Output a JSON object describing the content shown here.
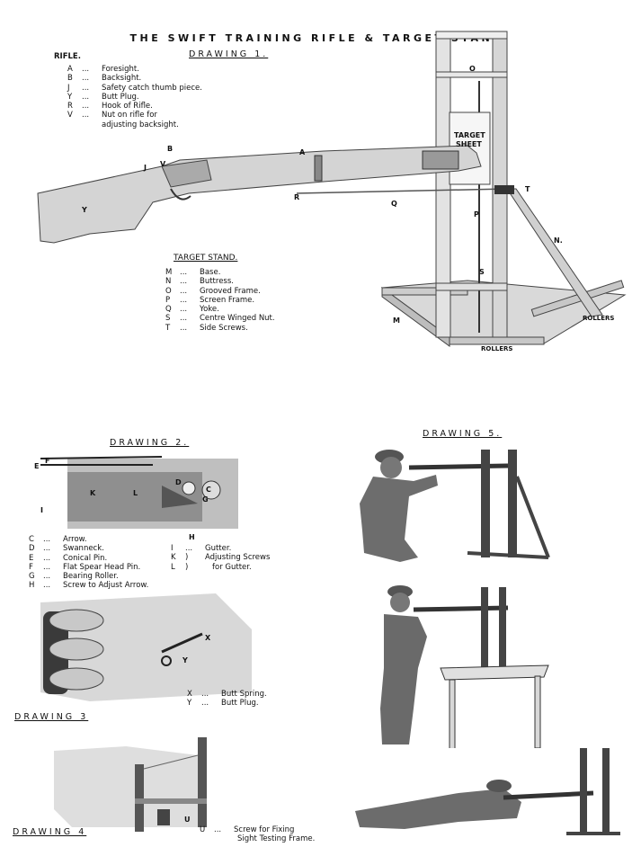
{
  "title": "THE SWIFT TRAINING RIFLE & TARGET STAND.",
  "drawing1": {
    "label": "DRAWING 1.",
    "rifle_heading": "RIFLE.",
    "rifle_legend": [
      {
        "key": "A",
        "sep": "...",
        "desc": "Foresight."
      },
      {
        "key": "B",
        "sep": "...",
        "desc": "Backsight."
      },
      {
        "key": "J",
        "sep": "...",
        "desc": "Safety catch thumb piece."
      },
      {
        "key": "Y",
        "sep": "...",
        "desc": "Butt Plug."
      },
      {
        "key": "R",
        "sep": "...",
        "desc": "Hook of Rifle."
      },
      {
        "key": "V",
        "sep": "...",
        "desc": "Nut on rifle for"
      },
      {
        "key": "",
        "sep": "",
        "desc": "adjusting backsight."
      }
    ],
    "stand_heading": "TARGET STAND.",
    "stand_legend": [
      {
        "key": "M",
        "sep": "...",
        "desc": "Base."
      },
      {
        "key": "N",
        "sep": "...",
        "desc": "Buttress."
      },
      {
        "key": "O",
        "sep": "...",
        "desc": "Grooved Frame."
      },
      {
        "key": "P",
        "sep": "...",
        "desc": "Screen Frame."
      },
      {
        "key": "Q",
        "sep": "...",
        "desc": "Yoke."
      },
      {
        "key": "S",
        "sep": "...",
        "desc": "Centre Winged Nut."
      },
      {
        "key": "T",
        "sep": "...",
        "desc": "Side Screws."
      }
    ],
    "callouts": {
      "B": "B",
      "J": "J",
      "V": "V",
      "A": "A",
      "R": "R",
      "Q": "Q",
      "P": "P",
      "T": "T",
      "O": "O",
      "N": "N.",
      "S": "S",
      "M": "M",
      "Y": "Y",
      "target_sheet_1": "TARGET",
      "target_sheet_2": "SHEET",
      "rollers_right": "ROLLERS",
      "rollers_bottom": "ROLLERS"
    }
  },
  "drawing2": {
    "label": "DRAWING 2.",
    "legend_left": [
      {
        "key": "C",
        "sep": "...",
        "desc": "Arrow."
      },
      {
        "key": "D",
        "sep": "...",
        "desc": "Swanneck."
      },
      {
        "key": "E",
        "sep": "...",
        "desc": "Conical Pin."
      },
      {
        "key": "F",
        "sep": "...",
        "desc": "Flat Spear Head Pin."
      },
      {
        "key": "G",
        "sep": "...",
        "desc": "Bearing Roller."
      },
      {
        "key": "H",
        "sep": "...",
        "desc": "Screw to Adjust Arrow."
      }
    ],
    "legend_right_i": {
      "key": "I",
      "sep": "...",
      "desc": "Gutter."
    },
    "legend_right_kl": {
      "k": "K",
      "l": "L",
      "desc1": "Adjusting Screws",
      "desc2": "for Gutter."
    },
    "callouts": {
      "F": "F",
      "E": "E",
      "K": "K",
      "L": "L",
      "D": "D",
      "C": "C",
      "G": "G",
      "I": "I",
      "H": "H"
    }
  },
  "drawing3": {
    "label": "DRAWING 3",
    "legend": [
      {
        "key": "X",
        "sep": "...",
        "desc": "Butt Spring."
      },
      {
        "key": "Y",
        "sep": "...",
        "desc": "Butt Plug."
      }
    ],
    "callouts": {
      "X": "X",
      "Y": "Y"
    }
  },
  "drawing4": {
    "label": "DRAWING 4",
    "legend": {
      "key": "U",
      "sep": "...",
      "desc1": "Screw for Fixing",
      "desc2": "Sight Testing Frame."
    },
    "callouts": {
      "U": "U"
    }
  },
  "drawing5": {
    "label": "DRAWING 5."
  }
}
